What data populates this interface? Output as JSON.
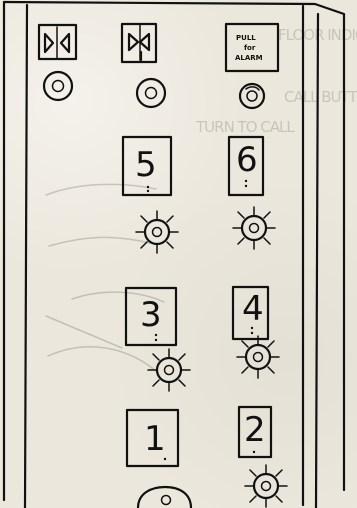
{
  "ui": {
    "top_row": {
      "door_open_label": "◁▷",
      "door_close_label": "▷◁",
      "alarm_label_line1": "PULL",
      "alarm_label_line2": "for",
      "alarm_label_line3": "ALARM"
    },
    "floors": [
      {
        "label": "5"
      },
      {
        "label": "6"
      },
      {
        "label": "3"
      },
      {
        "label": "4"
      },
      {
        "label": "1"
      },
      {
        "label": "2"
      }
    ],
    "background_sketch": {
      "line1": "FLOOR INDICATOR",
      "line2": "CALL BUTTONS",
      "line3": "TURN TO CALL"
    }
  }
}
